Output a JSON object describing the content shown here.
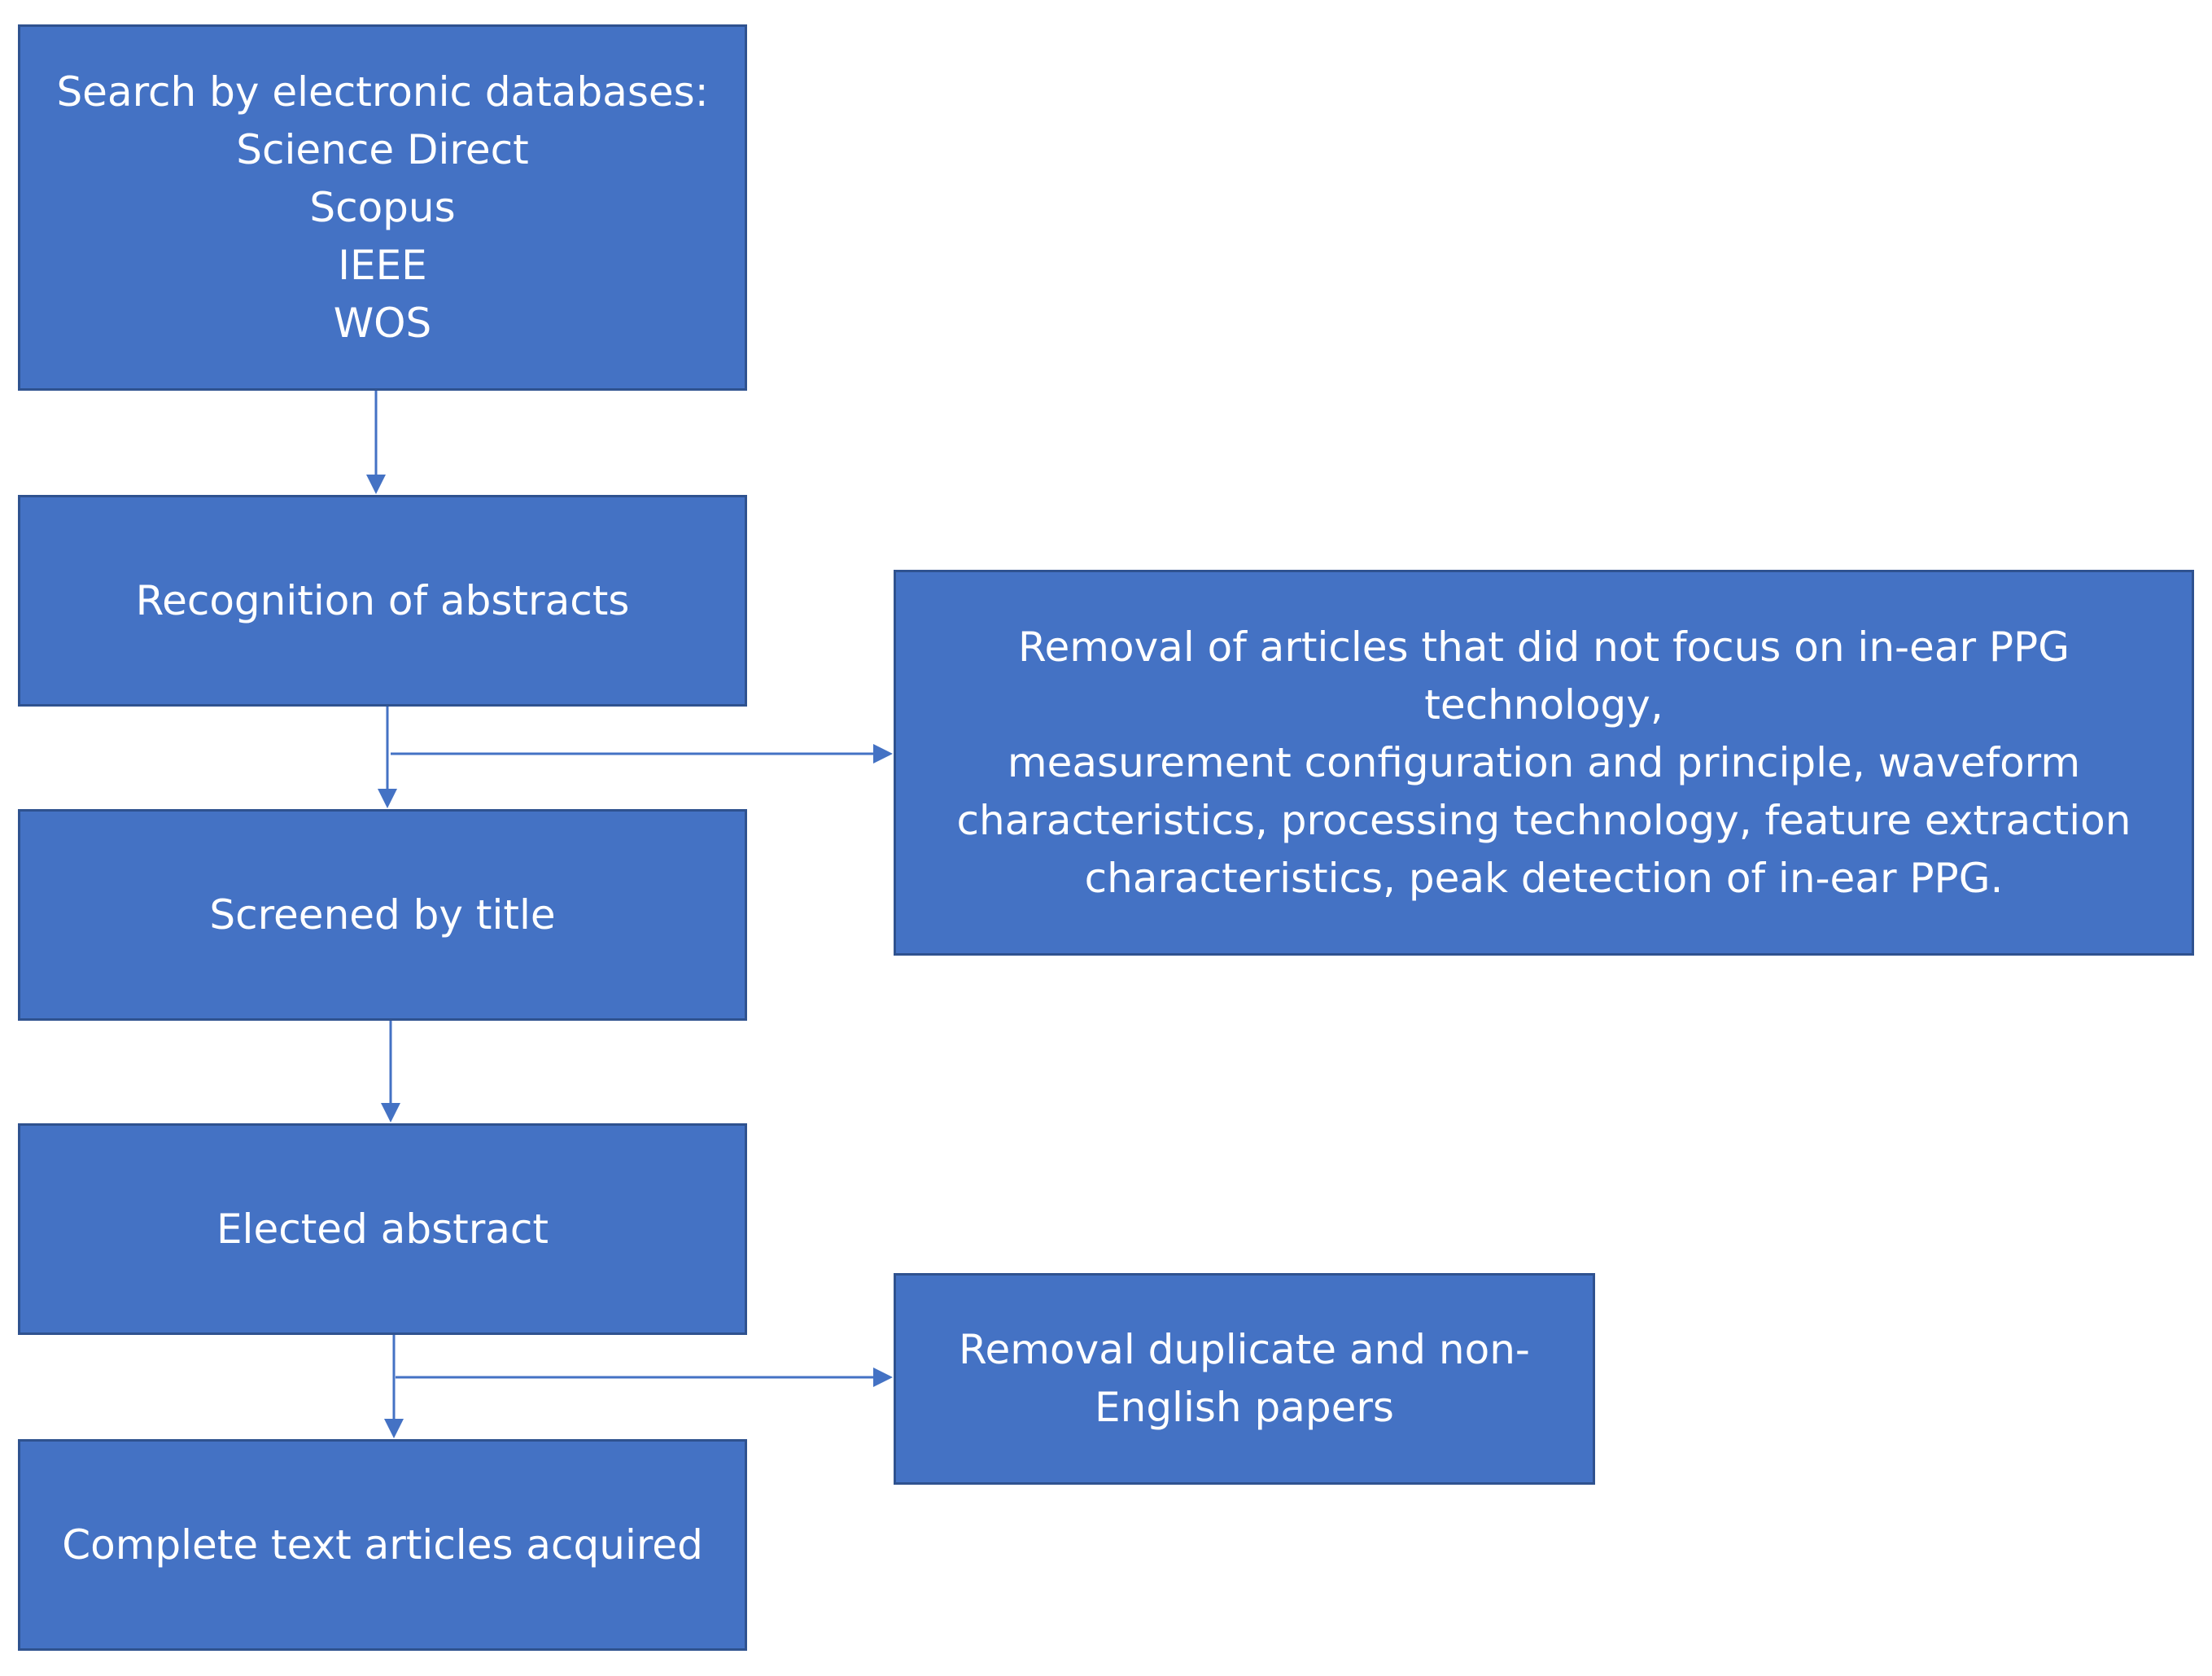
{
  "diagram": {
    "search_box": {
      "lines": [
        "Search by electronic databases:",
        "Science Direct",
        "Scopus",
        "IEEE",
        "WOS"
      ]
    },
    "recognition_box": {
      "label": "Recognition of abstracts"
    },
    "screened_box": {
      "label": "Screened by title"
    },
    "elected_box": {
      "label": "Elected abstract"
    },
    "complete_box": {
      "label": "Complete text articles acquired"
    },
    "removal_focus_box": {
      "lines": [
        "Removal of articles that did not focus on in-ear PPG technology,",
        "measurement configuration and principle, waveform",
        "characteristics, processing technology, feature extraction",
        "characteristics, peak detection of in-ear PPG."
      ]
    },
    "removal_duplicate_box": {
      "lines": [
        "Removal duplicate and non-",
        "English papers"
      ]
    },
    "colors": {
      "box_fill": "#4472C4",
      "box_border": "#2F528F",
      "connector": "#4472C4",
      "text": "#FFFFFF"
    }
  }
}
